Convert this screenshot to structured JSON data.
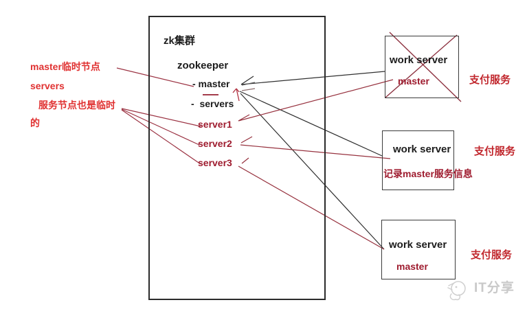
{
  "colors": {
    "annotation_red": "#e03131",
    "dark_red_text": "#9e1b2e",
    "payment_red": "#c1272d",
    "line_black": "#2f2f2f",
    "line_red": "#96303d",
    "cross_red": "#8d3240",
    "watermark_gray": "#c9c9c9"
  },
  "zk_box": {
    "title": "zk集群",
    "root_label": "zookeeper",
    "master_node": "- master",
    "servers_node": "-  servers",
    "server_nodes": [
      "server1",
      "server2",
      "server3"
    ]
  },
  "annotations": {
    "master_note_line1": "master临时节点",
    "master_note_line2": "servers",
    "server_note_line1": "服务节点也是临时",
    "server_note_line2": "的"
  },
  "work_servers": [
    {
      "title": "work server",
      "subtitle": "master",
      "service_label": "支付服务"
    },
    {
      "title": "work server",
      "subtitle": "记录master服务信息",
      "service_label": "支付服务"
    },
    {
      "title": "work server",
      "subtitle": "master",
      "service_label": "支付服务"
    }
  ],
  "watermark": {
    "text": "IT分享"
  }
}
